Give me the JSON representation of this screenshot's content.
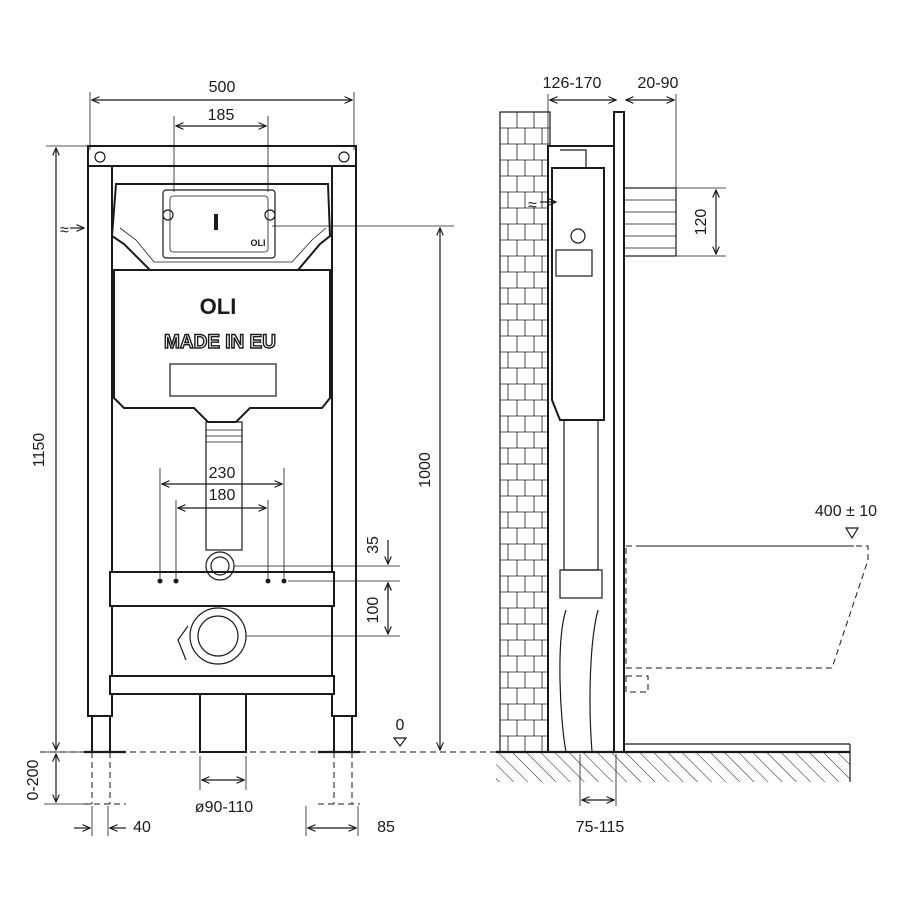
{
  "brand": {
    "logo": "OLI",
    "made_in": "MADE IN EU",
    "plate_logo": "OLI"
  },
  "front_view": {
    "dims": {
      "width_total": "500",
      "flush_plate_width": "185",
      "height_total": "1150",
      "height_plate": "1000",
      "bolt_spacing_outer": "230",
      "bolt_spacing_inner": "180",
      "outlet_offset": "35",
      "drain_offset": "100",
      "floor_adjust": "0-200",
      "foot_offset_left": "40",
      "foot_offset_right": "85",
      "drain_diameter": "ø90-110",
      "floor_level": "0"
    }
  },
  "side_view": {
    "dims": {
      "wall_depth": "126-170",
      "plate_depth": "20-90",
      "inlet_height": "120",
      "bowl_height": "400 ± 10",
      "drain_distance": "75-115"
    }
  },
  "colors": {
    "ink": "#1a1a1a",
    "paper": "#ffffff"
  }
}
